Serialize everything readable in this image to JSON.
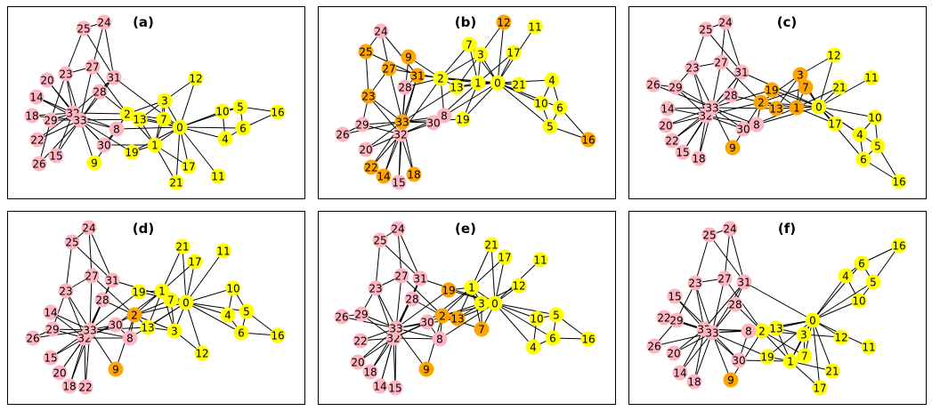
{
  "colors": {
    "pink": "#ffb6c1",
    "yellow": "#ffff00",
    "orange": "#ffa500"
  },
  "edges": [
    [
      0,
      1
    ],
    [
      0,
      2
    ],
    [
      0,
      3
    ],
    [
      0,
      4
    ],
    [
      0,
      5
    ],
    [
      0,
      6
    ],
    [
      0,
      7
    ],
    [
      0,
      8
    ],
    [
      0,
      10
    ],
    [
      0,
      11
    ],
    [
      0,
      12
    ],
    [
      0,
      13
    ],
    [
      0,
      17
    ],
    [
      0,
      19
    ],
    [
      0,
      21
    ],
    [
      0,
      31
    ],
    [
      1,
      2
    ],
    [
      1,
      3
    ],
    [
      1,
      7
    ],
    [
      1,
      13
    ],
    [
      1,
      17
    ],
    [
      1,
      19
    ],
    [
      1,
      21
    ],
    [
      1,
      30
    ],
    [
      2,
      3
    ],
    [
      2,
      7
    ],
    [
      2,
      8
    ],
    [
      2,
      9
    ],
    [
      2,
      13
    ],
    [
      2,
      27
    ],
    [
      2,
      28
    ],
    [
      2,
      32
    ],
    [
      3,
      7
    ],
    [
      3,
      12
    ],
    [
      3,
      13
    ],
    [
      4,
      6
    ],
    [
      4,
      10
    ],
    [
      5,
      6
    ],
    [
      5,
      10
    ],
    [
      5,
      16
    ],
    [
      6,
      16
    ],
    [
      8,
      30
    ],
    [
      8,
      32
    ],
    [
      8,
      33
    ],
    [
      9,
      33
    ],
    [
      13,
      33
    ],
    [
      14,
      32
    ],
    [
      14,
      33
    ],
    [
      15,
      32
    ],
    [
      15,
      33
    ],
    [
      18,
      32
    ],
    [
      18,
      33
    ],
    [
      19,
      33
    ],
    [
      20,
      32
    ],
    [
      20,
      33
    ],
    [
      22,
      32
    ],
    [
      22,
      33
    ],
    [
      23,
      25
    ],
    [
      23,
      27
    ],
    [
      23,
      29
    ],
    [
      23,
      32
    ],
    [
      23,
      33
    ],
    [
      24,
      25
    ],
    [
      24,
      27
    ],
    [
      24,
      31
    ],
    [
      25,
      31
    ],
    [
      26,
      29
    ],
    [
      26,
      33
    ],
    [
      27,
      33
    ],
    [
      28,
      31
    ],
    [
      28,
      33
    ],
    [
      29,
      32
    ],
    [
      29,
      33
    ],
    [
      30,
      32
    ],
    [
      30,
      33
    ],
    [
      31,
      32
    ],
    [
      31,
      33
    ],
    [
      32,
      33
    ]
  ],
  "panels": [
    {
      "label": "(a)",
      "nodes": [
        {
          "id": "0",
          "c": "yellow"
        },
        {
          "id": "1",
          "c": "yellow"
        },
        {
          "id": "2",
          "c": "yellow"
        },
        {
          "id": "3",
          "c": "yellow"
        },
        {
          "id": "4",
          "c": "yellow"
        },
        {
          "id": "5",
          "c": "yellow"
        },
        {
          "id": "6",
          "c": "yellow"
        },
        {
          "id": "7",
          "c": "yellow"
        },
        {
          "id": "8",
          "c": "pink"
        },
        {
          "id": "9",
          "c": "yellow"
        },
        {
          "id": "10",
          "c": "yellow"
        },
        {
          "id": "11",
          "c": "yellow"
        },
        {
          "id": "12",
          "c": "yellow"
        },
        {
          "id": "13",
          "c": "yellow"
        },
        {
          "id": "14",
          "c": "pink"
        },
        {
          "id": "15",
          "c": "pink"
        },
        {
          "id": "16",
          "c": "yellow"
        },
        {
          "id": "17",
          "c": "yellow"
        },
        {
          "id": "18",
          "c": "pink"
        },
        {
          "id": "19",
          "c": "yellow"
        },
        {
          "id": "20",
          "c": "pink"
        },
        {
          "id": "21",
          "c": "yellow"
        },
        {
          "id": "22",
          "c": "pink"
        },
        {
          "id": "23",
          "c": "pink"
        },
        {
          "id": "24",
          "c": "pink"
        },
        {
          "id": "25",
          "c": "pink"
        },
        {
          "id": "26",
          "c": "pink"
        },
        {
          "id": "27",
          "c": "pink"
        },
        {
          "id": "28",
          "c": "pink"
        },
        {
          "id": "29",
          "c": "pink"
        },
        {
          "id": "30",
          "c": "pink"
        },
        {
          "id": "31",
          "c": "pink"
        },
        {
          "id": "32",
          "c": "pink"
        },
        {
          "id": "33",
          "c": "pink"
        }
      ]
    },
    {
      "label": "(b)",
      "nodes": [
        {
          "id": "0",
          "c": "yellow"
        },
        {
          "id": "1",
          "c": "yellow"
        },
        {
          "id": "2",
          "c": "yellow"
        },
        {
          "id": "3",
          "c": "yellow"
        },
        {
          "id": "4",
          "c": "yellow"
        },
        {
          "id": "5",
          "c": "yellow"
        },
        {
          "id": "6",
          "c": "yellow"
        },
        {
          "id": "7",
          "c": "yellow"
        },
        {
          "id": "8",
          "c": "pink"
        },
        {
          "id": "9",
          "c": "orange"
        },
        {
          "id": "10",
          "c": "yellow"
        },
        {
          "id": "11",
          "c": "yellow"
        },
        {
          "id": "12",
          "c": "orange"
        },
        {
          "id": "13",
          "c": "yellow"
        },
        {
          "id": "14",
          "c": "orange"
        },
        {
          "id": "15",
          "c": "pink"
        },
        {
          "id": "16",
          "c": "orange"
        },
        {
          "id": "17",
          "c": "yellow"
        },
        {
          "id": "18",
          "c": "orange"
        },
        {
          "id": "19",
          "c": "yellow"
        },
        {
          "id": "20",
          "c": "pink"
        },
        {
          "id": "21",
          "c": "yellow"
        },
        {
          "id": "22",
          "c": "orange"
        },
        {
          "id": "23",
          "c": "orange"
        },
        {
          "id": "24",
          "c": "pink"
        },
        {
          "id": "25",
          "c": "orange"
        },
        {
          "id": "26",
          "c": "pink"
        },
        {
          "id": "27",
          "c": "orange"
        },
        {
          "id": "28",
          "c": "pink"
        },
        {
          "id": "29",
          "c": "pink"
        },
        {
          "id": "30",
          "c": "pink"
        },
        {
          "id": "31",
          "c": "orange"
        },
        {
          "id": "32",
          "c": "pink"
        },
        {
          "id": "33",
          "c": "orange"
        }
      ]
    },
    {
      "label": "(c)",
      "nodes": [
        {
          "id": "0",
          "c": "yellow"
        },
        {
          "id": "1",
          "c": "orange"
        },
        {
          "id": "2",
          "c": "orange"
        },
        {
          "id": "3",
          "c": "orange"
        },
        {
          "id": "4",
          "c": "yellow"
        },
        {
          "id": "5",
          "c": "yellow"
        },
        {
          "id": "6",
          "c": "yellow"
        },
        {
          "id": "7",
          "c": "orange"
        },
        {
          "id": "8",
          "c": "pink"
        },
        {
          "id": "9",
          "c": "orange"
        },
        {
          "id": "10",
          "c": "yellow"
        },
        {
          "id": "11",
          "c": "yellow"
        },
        {
          "id": "12",
          "c": "yellow"
        },
        {
          "id": "13",
          "c": "orange"
        },
        {
          "id": "14",
          "c": "pink"
        },
        {
          "id": "15",
          "c": "pink"
        },
        {
          "id": "16",
          "c": "yellow"
        },
        {
          "id": "17",
          "c": "yellow"
        },
        {
          "id": "18",
          "c": "pink"
        },
        {
          "id": "19",
          "c": "orange"
        },
        {
          "id": "20",
          "c": "pink"
        },
        {
          "id": "21",
          "c": "yellow"
        },
        {
          "id": "22",
          "c": "pink"
        },
        {
          "id": "23",
          "c": "pink"
        },
        {
          "id": "24",
          "c": "pink"
        },
        {
          "id": "25",
          "c": "pink"
        },
        {
          "id": "26",
          "c": "pink"
        },
        {
          "id": "27",
          "c": "pink"
        },
        {
          "id": "28",
          "c": "pink"
        },
        {
          "id": "29",
          "c": "pink"
        },
        {
          "id": "30",
          "c": "pink"
        },
        {
          "id": "31",
          "c": "pink"
        },
        {
          "id": "32",
          "c": "pink"
        },
        {
          "id": "33",
          "c": "pink"
        }
      ]
    },
    {
      "label": "(d)",
      "nodes": [
        {
          "id": "0",
          "c": "yellow"
        },
        {
          "id": "1",
          "c": "yellow"
        },
        {
          "id": "2",
          "c": "orange"
        },
        {
          "id": "3",
          "c": "yellow"
        },
        {
          "id": "4",
          "c": "yellow"
        },
        {
          "id": "5",
          "c": "yellow"
        },
        {
          "id": "6",
          "c": "yellow"
        },
        {
          "id": "7",
          "c": "yellow"
        },
        {
          "id": "8",
          "c": "pink"
        },
        {
          "id": "9",
          "c": "orange"
        },
        {
          "id": "10",
          "c": "yellow"
        },
        {
          "id": "11",
          "c": "yellow"
        },
        {
          "id": "12",
          "c": "yellow"
        },
        {
          "id": "13",
          "c": "yellow"
        },
        {
          "id": "14",
          "c": "pink"
        },
        {
          "id": "15",
          "c": "pink"
        },
        {
          "id": "16",
          "c": "yellow"
        },
        {
          "id": "17",
          "c": "yellow"
        },
        {
          "id": "18",
          "c": "pink"
        },
        {
          "id": "19",
          "c": "yellow"
        },
        {
          "id": "20",
          "c": "pink"
        },
        {
          "id": "21",
          "c": "yellow"
        },
        {
          "id": "22",
          "c": "pink"
        },
        {
          "id": "23",
          "c": "pink"
        },
        {
          "id": "24",
          "c": "pink"
        },
        {
          "id": "25",
          "c": "pink"
        },
        {
          "id": "26",
          "c": "pink"
        },
        {
          "id": "27",
          "c": "pink"
        },
        {
          "id": "28",
          "c": "pink"
        },
        {
          "id": "29",
          "c": "pink"
        },
        {
          "id": "30",
          "c": "pink"
        },
        {
          "id": "31",
          "c": "pink"
        },
        {
          "id": "32",
          "c": "pink"
        },
        {
          "id": "33",
          "c": "pink"
        }
      ]
    },
    {
      "label": "(e)",
      "nodes": [
        {
          "id": "0",
          "c": "yellow"
        },
        {
          "id": "1",
          "c": "yellow"
        },
        {
          "id": "2",
          "c": "orange"
        },
        {
          "id": "3",
          "c": "yellow"
        },
        {
          "id": "4",
          "c": "yellow"
        },
        {
          "id": "5",
          "c": "yellow"
        },
        {
          "id": "6",
          "c": "yellow"
        },
        {
          "id": "7",
          "c": "orange"
        },
        {
          "id": "8",
          "c": "pink"
        },
        {
          "id": "9",
          "c": "orange"
        },
        {
          "id": "10",
          "c": "yellow"
        },
        {
          "id": "11",
          "c": "yellow"
        },
        {
          "id": "12",
          "c": "yellow"
        },
        {
          "id": "13",
          "c": "orange"
        },
        {
          "id": "14",
          "c": "pink"
        },
        {
          "id": "15",
          "c": "pink"
        },
        {
          "id": "16",
          "c": "yellow"
        },
        {
          "id": "17",
          "c": "yellow"
        },
        {
          "id": "18",
          "c": "pink"
        },
        {
          "id": "19",
          "c": "orange"
        },
        {
          "id": "20",
          "c": "pink"
        },
        {
          "id": "21",
          "c": "yellow"
        },
        {
          "id": "22",
          "c": "pink"
        },
        {
          "id": "23",
          "c": "pink"
        },
        {
          "id": "24",
          "c": "pink"
        },
        {
          "id": "25",
          "c": "pink"
        },
        {
          "id": "26",
          "c": "pink"
        },
        {
          "id": "27",
          "c": "pink"
        },
        {
          "id": "28",
          "c": "pink"
        },
        {
          "id": "29",
          "c": "pink"
        },
        {
          "id": "30",
          "c": "pink"
        },
        {
          "id": "31",
          "c": "pink"
        },
        {
          "id": "32",
          "c": "pink"
        },
        {
          "id": "33",
          "c": "pink"
        }
      ]
    },
    {
      "label": "(f)",
      "nodes": [
        {
          "id": "0",
          "c": "yellow"
        },
        {
          "id": "1",
          "c": "yellow"
        },
        {
          "id": "2",
          "c": "yellow"
        },
        {
          "id": "3",
          "c": "yellow"
        },
        {
          "id": "4",
          "c": "yellow"
        },
        {
          "id": "5",
          "c": "yellow"
        },
        {
          "id": "6",
          "c": "yellow"
        },
        {
          "id": "7",
          "c": "yellow"
        },
        {
          "id": "8",
          "c": "pink"
        },
        {
          "id": "9",
          "c": "orange"
        },
        {
          "id": "10",
          "c": "yellow"
        },
        {
          "id": "11",
          "c": "yellow"
        },
        {
          "id": "12",
          "c": "yellow"
        },
        {
          "id": "13",
          "c": "yellow"
        },
        {
          "id": "14",
          "c": "pink"
        },
        {
          "id": "15",
          "c": "pink"
        },
        {
          "id": "16",
          "c": "yellow"
        },
        {
          "id": "17",
          "c": "yellow"
        },
        {
          "id": "18",
          "c": "pink"
        },
        {
          "id": "19",
          "c": "yellow"
        },
        {
          "id": "20",
          "c": "pink"
        },
        {
          "id": "21",
          "c": "yellow"
        },
        {
          "id": "22",
          "c": "pink"
        },
        {
          "id": "23",
          "c": "pink"
        },
        {
          "id": "24",
          "c": "pink"
        },
        {
          "id": "25",
          "c": "pink"
        },
        {
          "id": "26",
          "c": "pink"
        },
        {
          "id": "27",
          "c": "pink"
        },
        {
          "id": "28",
          "c": "pink"
        },
        {
          "id": "29",
          "c": "pink"
        },
        {
          "id": "30",
          "c": "pink"
        },
        {
          "id": "31",
          "c": "pink"
        },
        {
          "id": "32",
          "c": "pink"
        },
        {
          "id": "33",
          "c": "pink"
        }
      ]
    }
  ]
}
